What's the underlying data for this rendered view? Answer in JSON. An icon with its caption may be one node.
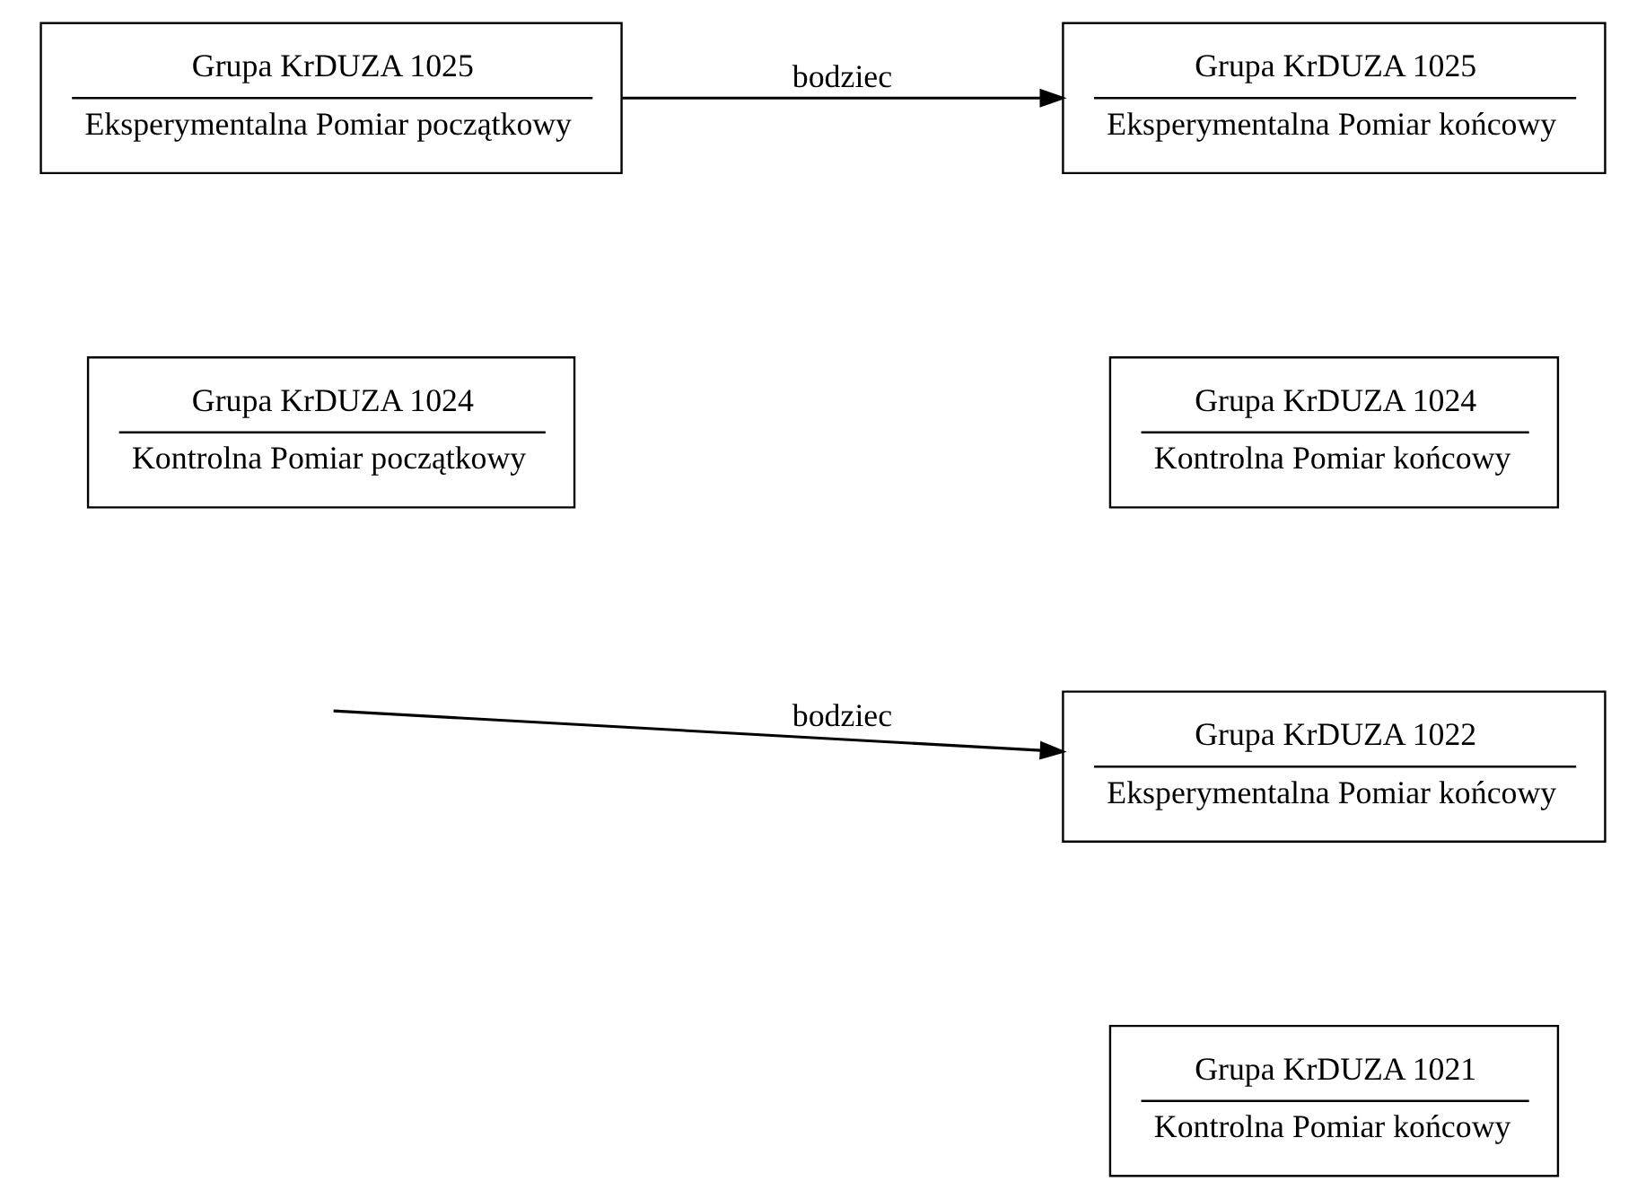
{
  "diagram": {
    "nodes": [
      {
        "text": [
          "Grupa KrDUZA 1025",
          "Eksperymentalna Pomiar początkowy"
        ]
      },
      {
        "text": [
          "Grupa KrDUZA 1025",
          "Eksperymentalna Pomiar końcowy"
        ]
      },
      {
        "text": [
          "Grupa KrDUZA 1024",
          "Kontrolna Pomiar początkowy"
        ]
      },
      {
        "text": [
          "Grupa KrDUZA 1024",
          "Kontrolna Pomiar końcowy"
        ]
      },
      {
        "text": [
          "Grupa KrDUZA 1022",
          "Eksperymentalna Pomiar końcowy"
        ]
      },
      {
        "text": [
          "Grupa KrDUZA 1021",
          "Kontrolna Pomiar końcowy"
        ]
      }
    ],
    "edges": [
      {
        "from": 0,
        "to": 1,
        "arrow": "to",
        "label": "bodziec"
      },
      {
        "from": null,
        "to": 4,
        "arrow": "to",
        "label": "bodziec"
      }
    ]
  }
}
